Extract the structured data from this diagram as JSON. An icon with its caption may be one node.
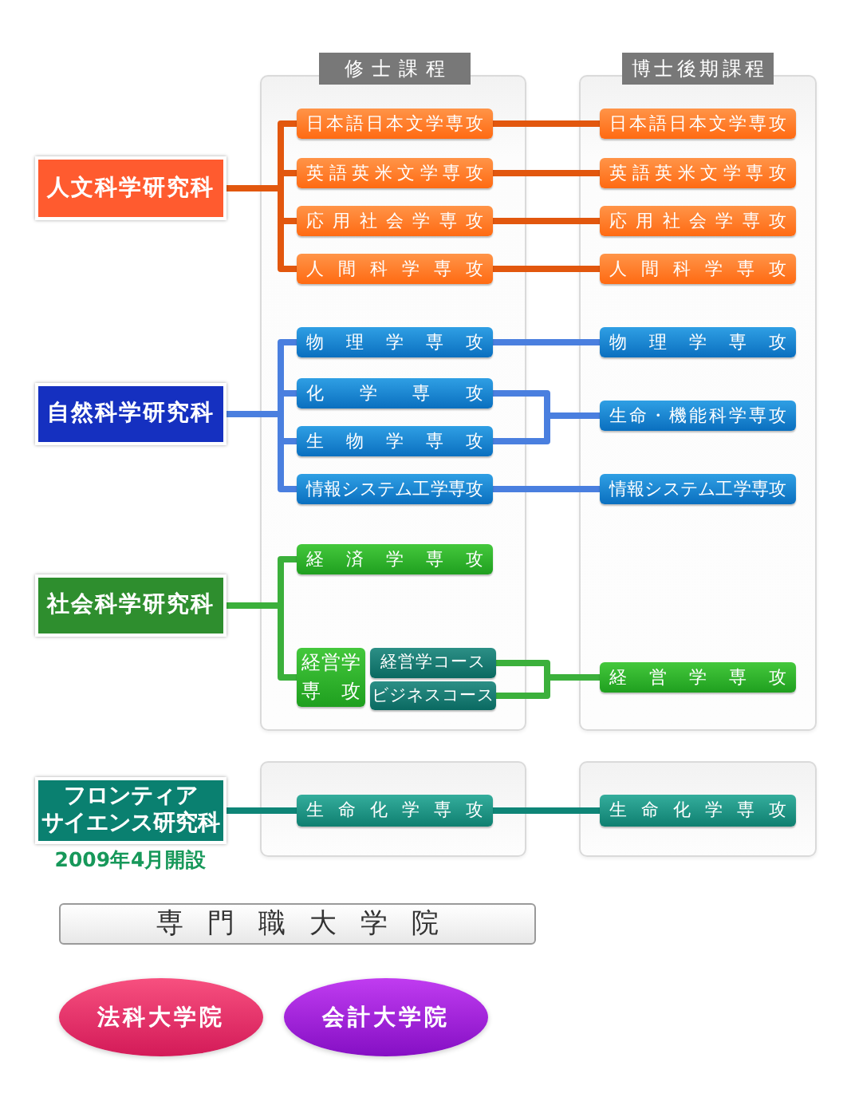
{
  "diagram": {
    "nodes": [
      {
        "text": [
          "修士課程"
        ]
      },
      {
        "text": [
          "博士後期課程"
        ]
      },
      {
        "text": [
          "人文科学研究科"
        ]
      },
      {
        "text": [
          "日本語日本文学専攻"
        ],
        "in": 0
      },
      {
        "text": [
          "英語英米文学専攻"
        ],
        "in": 0
      },
      {
        "text": [
          "応用社会学専攻"
        ],
        "in": 0
      },
      {
        "text": [
          "人間科学専攻"
        ],
        "in": 0
      },
      {
        "text": [
          "日本語日本文学専攻"
        ],
        "in": 1
      },
      {
        "text": [
          "英語英米文学専攻"
        ],
        "in": 1
      },
      {
        "text": [
          "応用社会学専攻"
        ],
        "in": 1
      },
      {
        "text": [
          "人間科学専攻"
        ],
        "in": 1
      },
      {
        "text": [
          "自然科学研究科"
        ]
      },
      {
        "text": [
          "物理学専攻"
        ],
        "in": 0
      },
      {
        "text": [
          "化学専攻"
        ],
        "in": 0
      },
      {
        "text": [
          "生物学専攻"
        ],
        "in": 0
      },
      {
        "text": [
          "情報システム工学専攻"
        ],
        "in": 0
      },
      {
        "text": [
          "物理学専攻"
        ],
        "in": 1
      },
      {
        "text": [
          "生命・機能科学専攻"
        ],
        "in": 1
      },
      {
        "text": [
          "情報システム工学専攻"
        ],
        "in": 1
      },
      {
        "text": [
          "社会科学研究科"
        ]
      },
      {
        "text": [
          "経済学専攻"
        ],
        "in": 0
      },
      {
        "text": [
          "経営学専攻"
        ],
        "in": 0
      },
      {
        "text": [
          "経営学コース"
        ],
        "in": 0
      },
      {
        "text": [
          "ビジネスコース"
        ],
        "in": 0
      },
      {
        "text": [
          "経営学専攻"
        ],
        "in": 1
      },
      {
        "text": [
          "フロンティアサイエンス研究科"
        ],
        "beside": [
          "2009年4月開設"
        ]
      },
      {
        "text": [],
        "shape": "box"
      },
      {
        "text": [],
        "shape": "box"
      },
      {
        "text": [
          "生命化学専攻"
        ],
        "in": 26
      },
      {
        "text": [
          "生命化学専攻"
        ],
        "in": 27
      },
      {
        "text": [
          "専門職大学院"
        ]
      },
      {
        "text": [
          "法科大学院"
        ]
      },
      {
        "text": [
          "会計大学院"
        ]
      }
    ],
    "edges": [
      {
        "from": 2,
        "to": 3,
        "arrow": "none",
        "color": "#e2570e"
      },
      {
        "from": 2,
        "to": 4,
        "arrow": "none",
        "color": "#e2570e"
      },
      {
        "from": 2,
        "to": 5,
        "arrow": "none",
        "color": "#e2570e"
      },
      {
        "from": 2,
        "to": 6,
        "arrow": "none",
        "color": "#e2570e"
      },
      {
        "from": 3,
        "to": 7,
        "arrow": "none",
        "color": "#e2570e"
      },
      {
        "from": 4,
        "to": 8,
        "arrow": "none",
        "color": "#e2570e"
      },
      {
        "from": 5,
        "to": 9,
        "arrow": "none",
        "color": "#e2570e"
      },
      {
        "from": 6,
        "to": 10,
        "arrow": "none",
        "color": "#e2570e"
      },
      {
        "from": 11,
        "to": 12,
        "arrow": "none",
        "color": "#4a7fdf"
      },
      {
        "from": 11,
        "to": 13,
        "arrow": "none",
        "color": "#4a7fdf"
      },
      {
        "from": 11,
        "to": 14,
        "arrow": "none",
        "color": "#4a7fdf"
      },
      {
        "from": 11,
        "to": 15,
        "arrow": "none",
        "color": "#4a7fdf"
      },
      {
        "from": 12,
        "to": 16,
        "arrow": "none",
        "color": "#4a7fdf"
      },
      {
        "from": 13,
        "to": 17,
        "arrow": "none",
        "color": "#4a7fdf"
      },
      {
        "from": 14,
        "to": 17,
        "arrow": "none",
        "color": "#4a7fdf"
      },
      {
        "from": 15,
        "to": 18,
        "arrow": "none",
        "color": "#4a7fdf"
      },
      {
        "from": 19,
        "to": 20,
        "arrow": "none",
        "color": "#3bb03b"
      },
      {
        "from": 19,
        "to": 21,
        "arrow": "none",
        "color": "#3bb03b"
      },
      {
        "from": 22,
        "to": 24,
        "arrow": "none",
        "color": "#3bb03b"
      },
      {
        "from": 23,
        "to": 24,
        "arrow": "none",
        "color": "#3bb03b"
      },
      {
        "from": 25,
        "to": 28,
        "arrow": "none",
        "color": "#0e8577"
      },
      {
        "from": 28,
        "to": 29,
        "arrow": "none",
        "color": "#0e8577"
      }
    ]
  }
}
